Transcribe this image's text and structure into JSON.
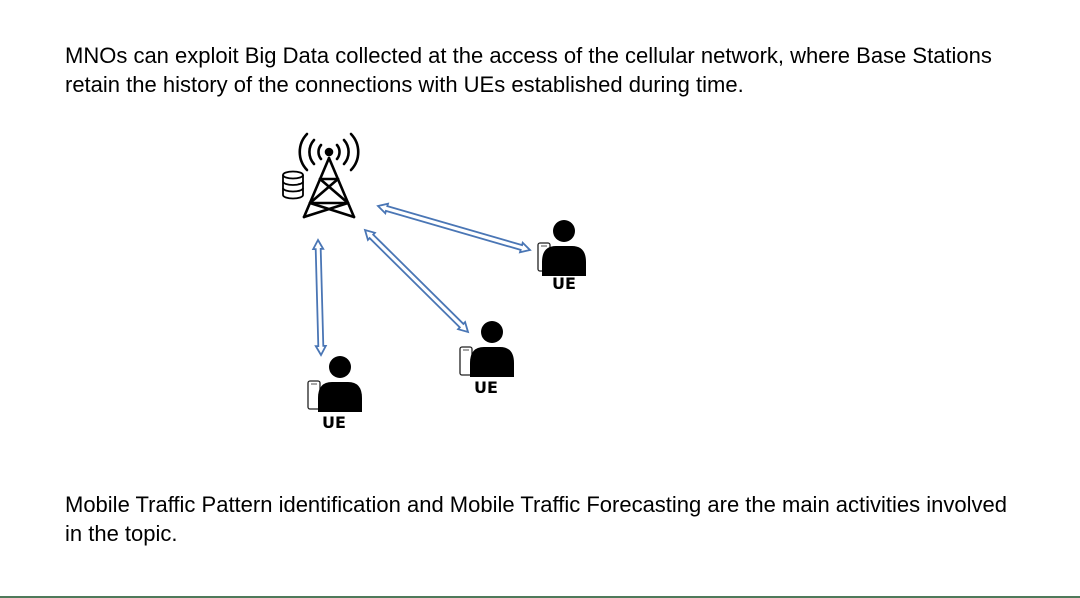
{
  "slide": {
    "intro_text": "MNOs can exploit Big Data collected at the access of the cellular network, where Base Stations retain the history of the connections with UEs established during time.",
    "outro_text": "Mobile Traffic Pattern identification and Mobile Traffic Forecasting are the main activities involved in the topic."
  },
  "diagram": {
    "base_station_icon": "cell-tower-icon",
    "storage_icon": "database-icon",
    "user_equipment": [
      {
        "label": "UE",
        "person_icon": "person-icon",
        "device_icon": "smartphone-icon"
      },
      {
        "label": "UE",
        "person_icon": "person-icon",
        "device_icon": "smartphone-icon"
      },
      {
        "label": "UE",
        "person_icon": "person-icon",
        "device_icon": "smartphone-icon"
      }
    ],
    "link_icon": "double-arrow",
    "colors": {
      "arrow_fill": "#ffffff",
      "arrow_stroke": "#4a76b5",
      "icon": "#000000",
      "rule": "#4f7a5a"
    }
  }
}
